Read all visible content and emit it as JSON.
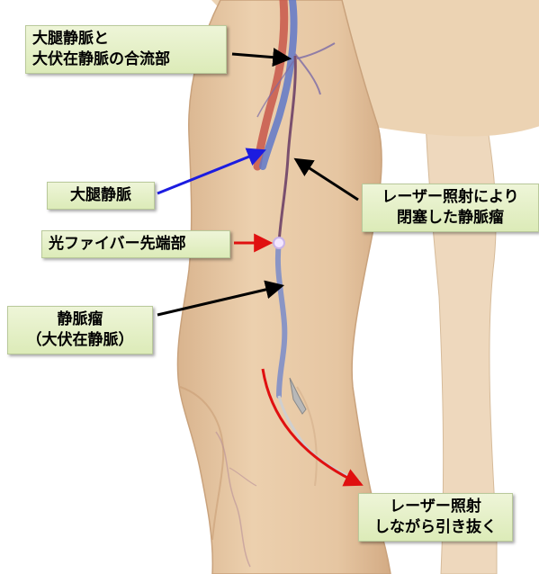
{
  "labels": {
    "junction_line1": "大腿静脈と",
    "junction_line2": "大伏在静脈の合流部",
    "femoral_vein": "大腿静脈",
    "fiber_tip": "光ファイバー先端部",
    "varix_line1": "静脈瘤",
    "varix_line2": "（大伏在静脈）",
    "occluded_line1": "レーザー照射により",
    "occluded_line2": "閉塞した静脈瘤",
    "withdraw_line1": "レーザー照射",
    "withdraw_line2": "しながら引き抜く"
  },
  "colors": {
    "skin": "#e7c9a6",
    "skin_shadow": "#d4ae86",
    "background_leg": "#eed8bd",
    "femoral_vein": "#5f78c9",
    "artery": "#c8574a",
    "saphenous_vein": "#7a6aa6",
    "callout_fill": "#e4efc6",
    "arrow_black": "#000000",
    "arrow_blue": "#1c1ce0",
    "arrow_red": "#e01010"
  }
}
